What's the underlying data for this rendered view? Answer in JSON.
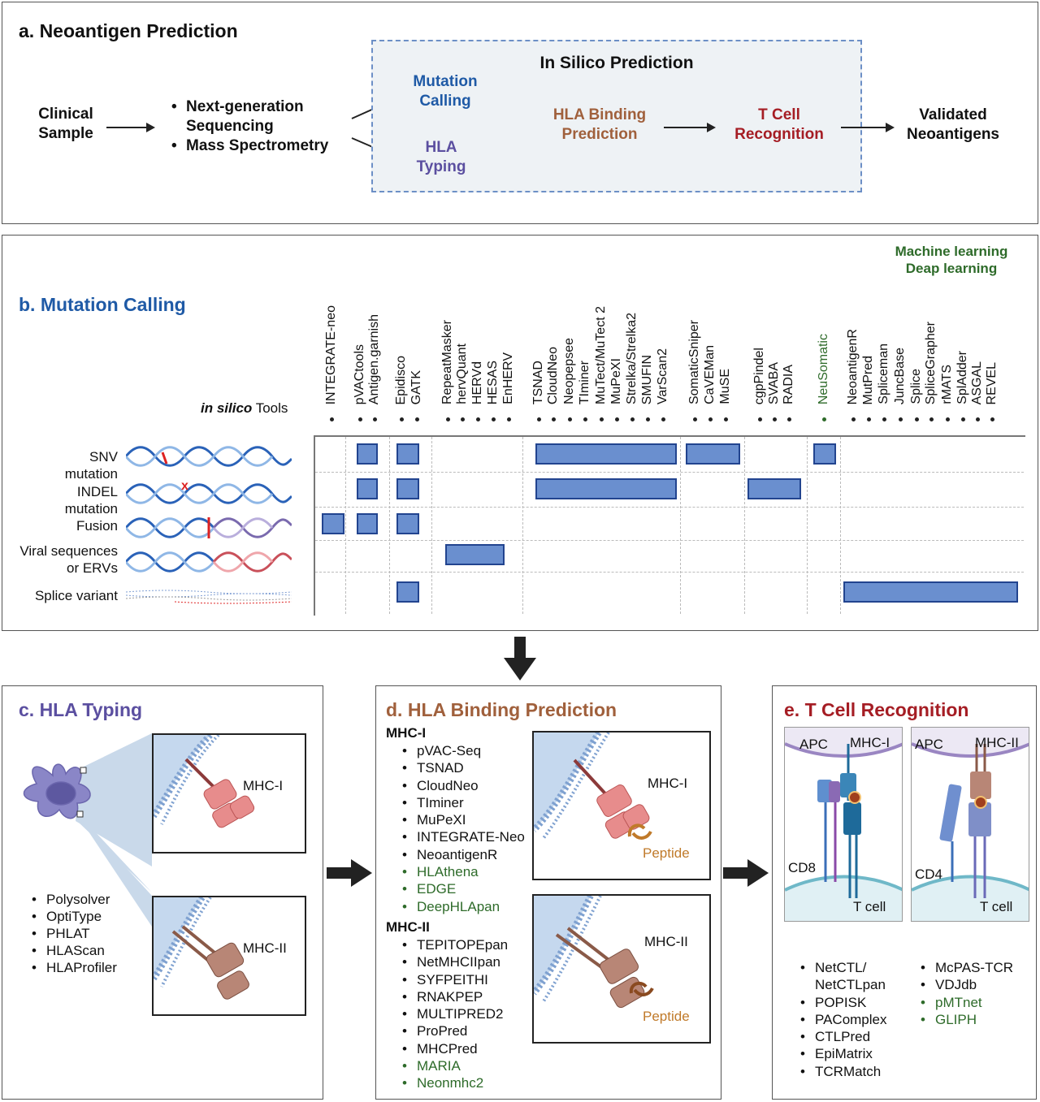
{
  "colors": {
    "mutation": "#1f5aa6",
    "hla": "#5b4fa0",
    "binding": "#a0603c",
    "tcell": "#a51d24",
    "ml": "#2e6b2a",
    "bar": "#6a8fcf"
  },
  "panel_a": {
    "title": "a. Neoantigen Prediction",
    "clinical": "Clinical Sample",
    "steps": [
      "Next-generation Sequencing",
      "Mass Spectrometry"
    ],
    "insilico_title": "In Silico Prediction",
    "mutation": "Mutation Calling",
    "hla": "HLA Typing",
    "binding": "HLA Binding Prediction",
    "tcell": "T Cell Recognition",
    "validated": "Validated Neoantigens"
  },
  "panel_b": {
    "title": "b. Mutation Calling",
    "ml_label_1": "Machine learning",
    "ml_label_2": "Deap learning",
    "tools_label_italic": "in silico",
    "tools_label_rest": " Tools",
    "tools": [
      "INTEGRATE-neo",
      "pVACtools",
      "Antigen.garnish",
      "Epidisco",
      "GATK",
      "RepeatMasker",
      "hervQuant",
      "HERVd",
      "HESAS",
      "EnHERV",
      "TSNAD",
      "CloudNeo",
      "Neopepsee",
      "TIminer",
      "MuTect/MuTect 2",
      "MuPeXI",
      "Strelka/Strelka2",
      "SMUFIN",
      "VarScan2",
      "SomaticSniper",
      "CaVEMan",
      "MuSE",
      "cgpPindel",
      "SVABA",
      "RADIA",
      "NeuSomatic",
      "NeoantigenR",
      "MutPred",
      "Spliceman",
      "JuncBase",
      "Splice",
      "SpliceGrapher",
      "rMATS",
      "SplAdder",
      "ASGAL",
      "REVEL"
    ],
    "rows": [
      "SNV mutation",
      "INDEL mutation",
      "Fusion",
      "Viral sequences or ERVs",
      "Splice variant"
    ],
    "row_labels": {
      "snv1": "SNV",
      "snv2": "mutation",
      "indel1": "INDEL",
      "indel2": "mutation",
      "fusion": "Fusion",
      "viral1": "Viral sequences",
      "viral2": "or ERVs",
      "splice": "Splice variant"
    }
  },
  "panel_c": {
    "title": "c. HLA Typing",
    "mhc1": "MHC-I",
    "mhc2": "MHC-II",
    "tools": [
      "Polysolver",
      "OptiType",
      "PHLAT",
      "HLAScan",
      "HLAProfiler"
    ]
  },
  "panel_d": {
    "title": "d. HLA Binding Prediction",
    "mhc1_header": "MHC-I",
    "mhc1_tools": [
      "pVAC-Seq",
      "TSNAD",
      "CloudNeo",
      "TIminer",
      "MuPeXI",
      "INTEGRATE-Neo",
      "NeoantigenR"
    ],
    "mhc1_ml": [
      "HLAthena",
      "EDGE",
      "DeepHLApan"
    ],
    "mhc2_header": "MHC-II",
    "mhc2_tools": [
      "TEPITOPEpan",
      "NetMHCIIpan",
      "SYFPEITHI",
      "RNAKPEP",
      "MULTIPRED2",
      "ProPred",
      "MHCPred"
    ],
    "mhc2_ml": [
      "MARIA",
      "Neonmhc2"
    ],
    "mhc1_label": "MHC-I",
    "mhc2_label": "MHC-II",
    "peptide": "Peptide"
  },
  "panel_e": {
    "title": "e. T Cell Recognition",
    "apc": "APC",
    "mhc1": "MHC-I",
    "mhc2": "MHC-II",
    "cd8": "CD8",
    "cd4": "CD4",
    "tcell": "T cell",
    "left_tools": [
      "NetCTL/",
      "NetCTLpan",
      "POPISK",
      "PAComplex",
      "CTLPred",
      "EpiMatrix",
      "TCRMatch"
    ],
    "right_tools": [
      "McPAS-TCR",
      "VDJdb"
    ],
    "right_ml": [
      "pMTnet",
      "GLIPH"
    ]
  }
}
